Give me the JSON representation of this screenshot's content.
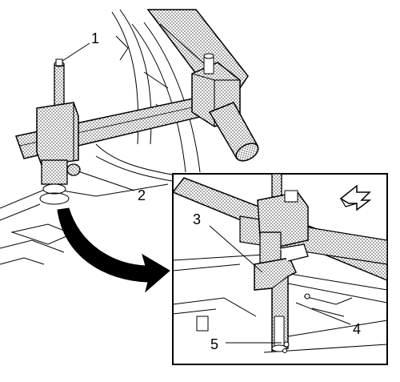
{
  "callouts": [
    {
      "id": "1",
      "label": "1"
    },
    {
      "id": "2",
      "label": "2"
    },
    {
      "id": "3",
      "label": "3"
    },
    {
      "id": "4",
      "label": "4"
    },
    {
      "id": "5",
      "label": "5"
    }
  ],
  "colors": {
    "ink": "#000000",
    "paper": "#ffffff",
    "stipple": "#3a3a3a"
  }
}
